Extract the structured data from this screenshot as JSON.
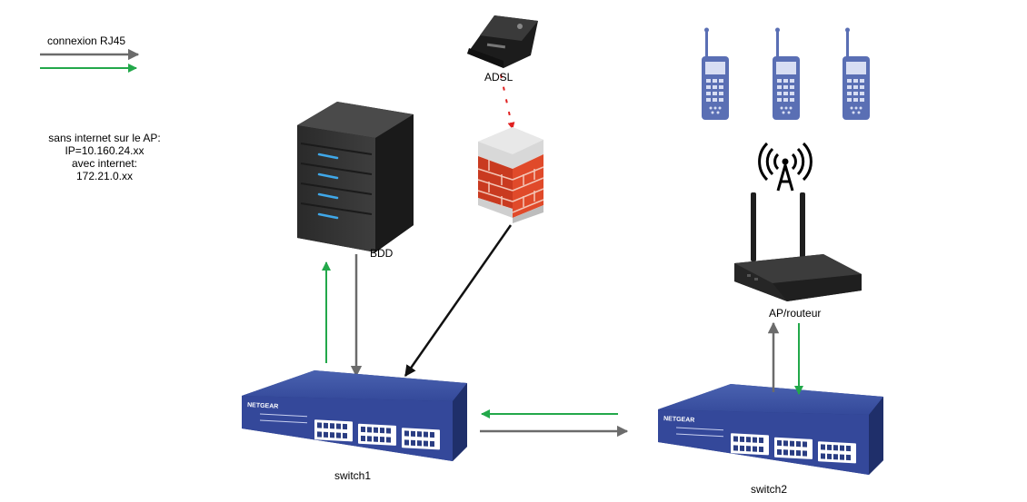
{
  "legend": {
    "label": "connexion RJ45",
    "arrow_gray_color": "#6b6b6b",
    "arrow_green_color": "#22a84a"
  },
  "note": {
    "line1": "sans internet sur le AP:",
    "line2": "IP=10.160.24.xx",
    "line3": "avec internet:",
    "line4": "172.21.0.xx"
  },
  "nodes": {
    "adsl": {
      "label": "ADSL",
      "icon": "modem-icon"
    },
    "firewall": {
      "icon": "firewall-icon"
    },
    "server": {
      "label": "BDD",
      "icon": "server-icon"
    },
    "switch1": {
      "label": "switch1",
      "icon": "switch-icon",
      "brand": "NETGEAR"
    },
    "switch2": {
      "label": "switch2",
      "icon": "switch-icon",
      "brand": "NETGEAR"
    },
    "ap": {
      "label": "AP/routeur",
      "icon": "router-icon"
    },
    "antenna": {
      "icon": "antenna-signal-icon"
    },
    "handsets": {
      "count": 3,
      "icon": "handset-icon"
    }
  },
  "colors": {
    "gray_arrow": "#6b6b6b",
    "green_arrow": "#22a84a",
    "black_arrow": "#111111",
    "red_dash": "#e02020",
    "switch_blue": "#2e4590",
    "handset_blue": "#5a6fb4"
  }
}
